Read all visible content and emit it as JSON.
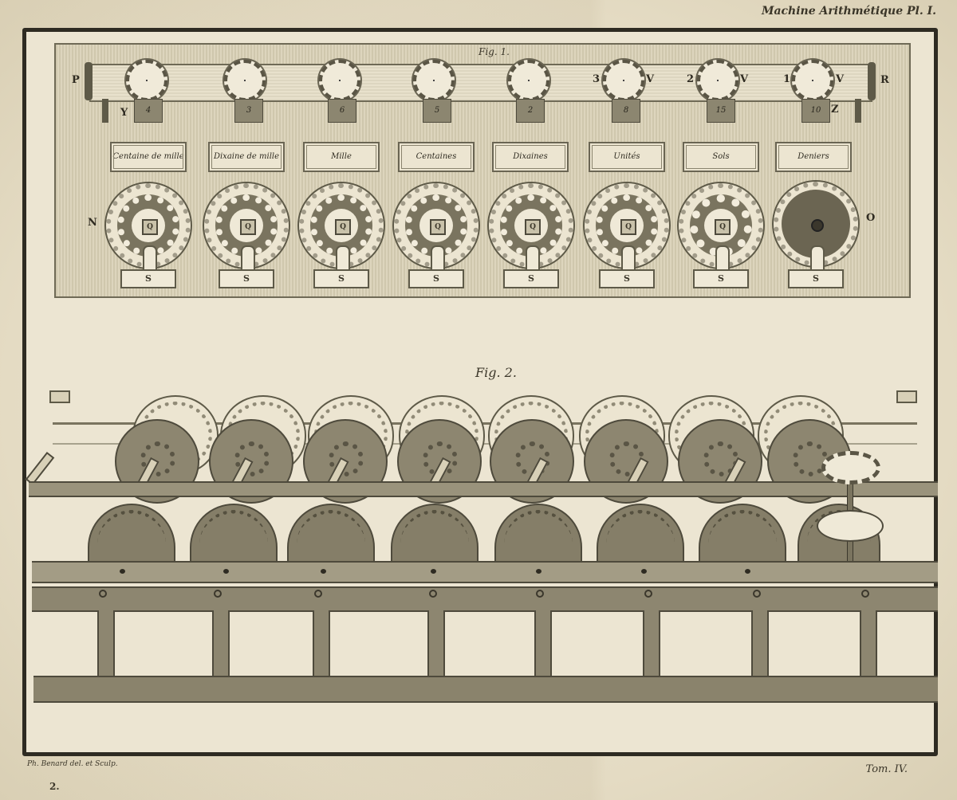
{
  "plate": {
    "header": "Machine Arithmétique Pl. I.",
    "footer_engraver": "Ph. Benard del. et Sculp.",
    "footer_number": "2.",
    "footer_volume": "Tom. IV."
  },
  "fig1": {
    "label": "Fig. 1.",
    "bar_letters": {
      "left": "P",
      "right": "R",
      "under_left": "Y",
      "under_right": "Z"
    },
    "side_letters": {
      "left": "N",
      "right": "O"
    },
    "counters": [
      {
        "window": "4",
        "plate": "Centaine de mille",
        "side_mark": "",
        "v": ""
      },
      {
        "window": "3",
        "plate": "Dixaine de mille",
        "side_mark": "",
        "v": ""
      },
      {
        "window": "6",
        "plate": "Mille",
        "side_mark": "",
        "v": ""
      },
      {
        "window": "5",
        "plate": "Centaines",
        "side_mark": "",
        "v": ""
      },
      {
        "window": "2",
        "plate": "Dixaines",
        "side_mark": "",
        "v": ""
      },
      {
        "window": "8",
        "plate": "Unités",
        "side_mark": "3",
        "v": "V"
      },
      {
        "window": "15",
        "plate": "Sols",
        "side_mark": "2",
        "v": "V"
      },
      {
        "window": "10",
        "plate": "Deniers",
        "side_mark": "1",
        "v": "V"
      }
    ],
    "dial_hub_label": "Q",
    "stand_label": "S"
  },
  "fig2": {
    "label": "Fig. 2.",
    "drum_count": 8
  }
}
